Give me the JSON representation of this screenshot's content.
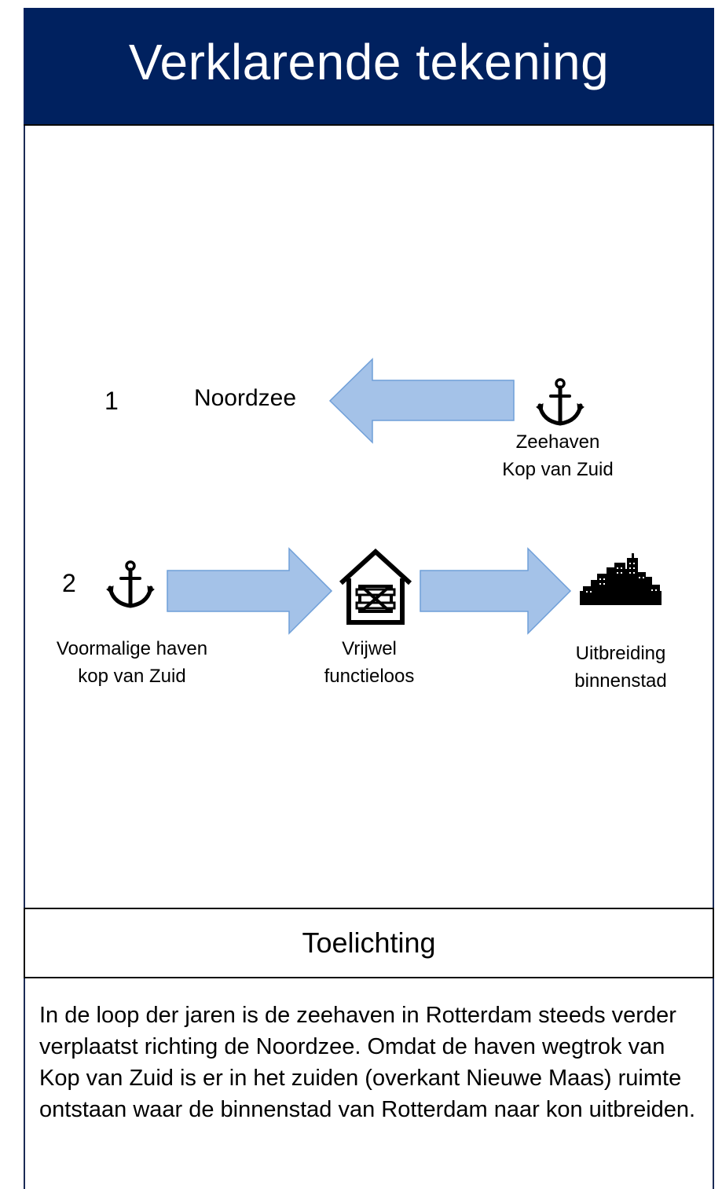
{
  "header": {
    "title": "Verklarende tekening"
  },
  "diagram": {
    "row1": {
      "number": "1",
      "destination": "Noordzee",
      "origin_line1": "Zeehaven",
      "origin_line2": "Kop van Zuid"
    },
    "row2": {
      "number": "2",
      "step1_line1": "Voormalige haven",
      "step1_line2": "kop van Zuid",
      "step2_line1": "Vrijwel",
      "step2_line2": "functieloos",
      "step3_line1": "Uitbreiding",
      "step3_line2": "binnenstad"
    },
    "icons": [
      "anchor-icon",
      "house-boarded-icon",
      "city-skyline-icon"
    ],
    "colors": {
      "arrow_fill": "#a4c2e8",
      "arrow_stroke": "#6f9fd8",
      "header_bg": "#00215f"
    }
  },
  "explanation": {
    "heading": "Toelichting",
    "text": "In de loop der jaren is de zeehaven in Rotterdam steeds verder verplaatst richting de Noordzee. Omdat de haven wegtrok van Kop van Zuid is er in het zuiden (overkant Nieuwe Maas) ruimte ontstaan waar de binnenstad van Rotterdam naar kon uitbreiden."
  }
}
